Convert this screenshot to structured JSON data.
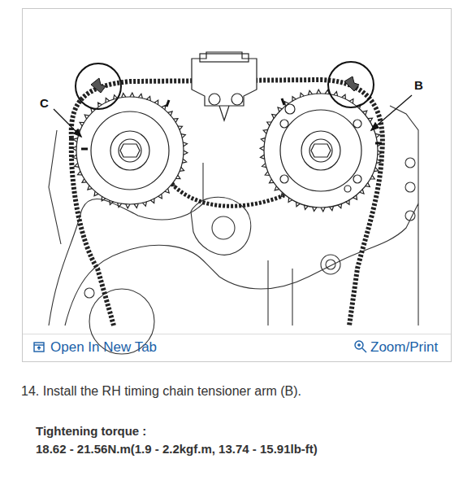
{
  "diagram": {
    "labels": [
      "C",
      "B",
      "Open In New Tab",
      "Zoom/Print",
      "14. Install the RH timing chain tensioner arm (B).",
      "Tightening torque :",
      "18.62 - 21.56N.m(1.9 - 2.2kgf.m, 13.74 - 15.91lb-ft)"
    ]
  }
}
